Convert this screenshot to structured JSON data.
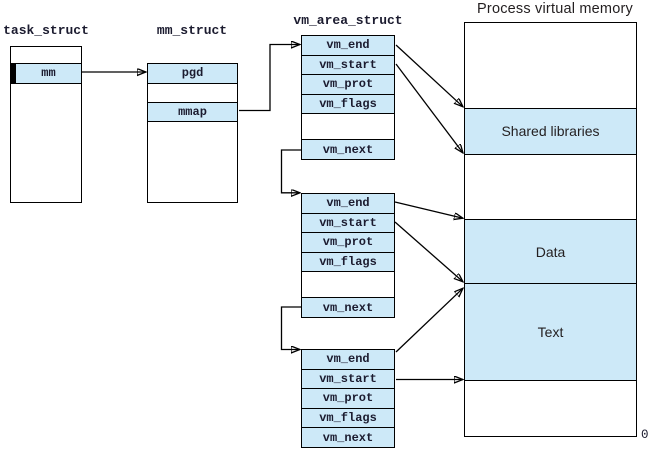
{
  "colors": {
    "highlight_fill": "#cde9f8",
    "line": "#000000",
    "mono_text": "#1b1b2f",
    "sans_text": "#231f20"
  },
  "task_struct": {
    "title": "task_struct",
    "fields": [
      "mm"
    ]
  },
  "mm_struct": {
    "title": "mm_struct",
    "fields": [
      "pgd",
      "mmap"
    ]
  },
  "vm_area_struct": {
    "title": "vm_area_struct",
    "blocks": [
      {
        "fields": [
          "vm_end",
          "vm_start",
          "vm_prot",
          "vm_flags",
          "vm_next"
        ]
      },
      {
        "fields": [
          "vm_end",
          "vm_start",
          "vm_prot",
          "vm_flags",
          "vm_next"
        ]
      },
      {
        "fields": [
          "vm_end",
          "vm_start",
          "vm_prot",
          "vm_flags",
          "vm_next"
        ]
      }
    ]
  },
  "memory": {
    "title": "Process virtual memory",
    "segments": [
      "",
      "Shared libraries",
      "",
      "Data",
      "Text",
      ""
    ],
    "origin_label": "0"
  }
}
